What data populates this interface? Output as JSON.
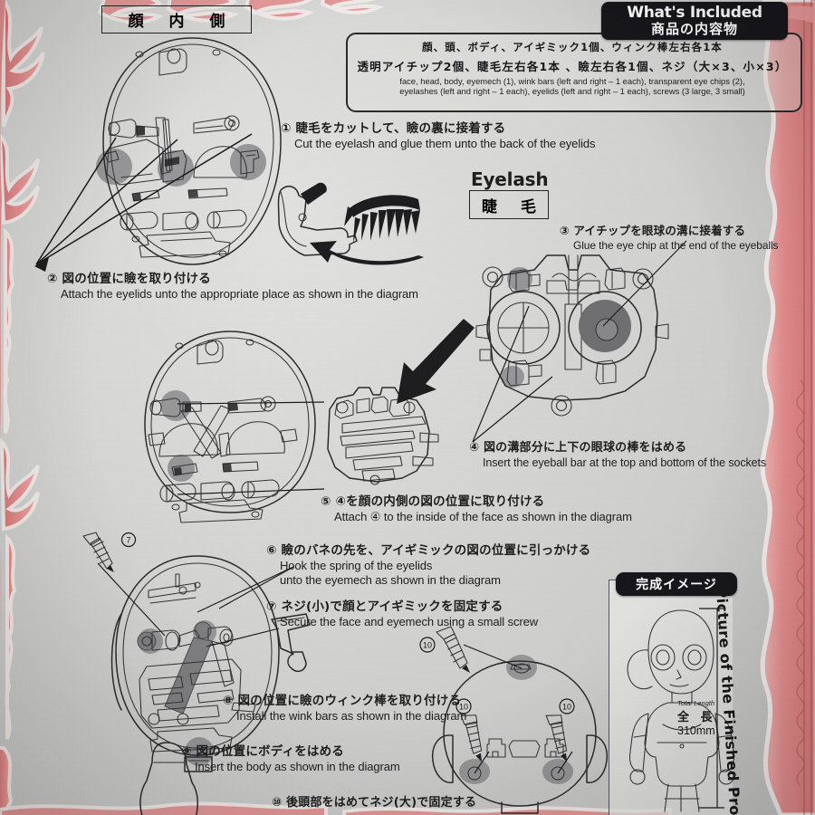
{
  "document": {
    "kind": "doll-assembly-instruction-sheet",
    "paper_color": "#d6d6d4",
    "border_accent": "#e38b8b"
  },
  "headers": {
    "face_inside_jp": "顔 内 側",
    "whats_included_en": "What's Included",
    "whats_included_jp": "商品の内容物",
    "eyelash_en": "Eyelash",
    "eyelash_jp": "睫  毛",
    "finished_jp": "完成イメージ",
    "finished_en_vertical": "Picture of the Finished Pro"
  },
  "included": {
    "jp_line1": "顔、頭、ボディ、アイギミック1個、ウィンク棒左右各1本",
    "jp_line2": "透明アイチップ2個、睫毛左右各1本 、瞼左右各1個、ネジ（大×3、小×3）",
    "en_line1": "face, head, body, eyemech (1), wink bars (left and right – 1 each), transparent eye chips (2),",
    "en_line2": "eyelashes (left and right – 1 each), eyelids (left and right – 1 each), screws (3 large, 3 small)"
  },
  "steps": [
    {
      "num": "①",
      "jp": "睫毛をカットして、瞼の裏に接着する",
      "en": "Cut the eyelash and glue them unto the back of the eyelids"
    },
    {
      "num": "②",
      "jp": "図の位置に瞼を取り付ける",
      "en": "Attach the eyelids unto the appropriate place as shown in the diagram"
    },
    {
      "num": "③",
      "jp": "アイチップを眼球の溝に接着する",
      "en": "Glue the eye chip at the end of the eyeballs"
    },
    {
      "num": "④",
      "jp": "図の溝部分に上下の眼球の棒をはめる",
      "en": "Insert the eyeball bar at the top and bottom of the sockets"
    },
    {
      "num": "⑤",
      "jp": "④を顔の内側の図の位置に取り付ける",
      "en": "Attach ④ to the inside of the face as shown in the diagram"
    },
    {
      "num": "⑥",
      "jp": "瞼のバネの先を、アイギミックの図の位置に引っかける",
      "en": "Hook the spring of the eyelids",
      "en2": "unto the eyemech as shown in the diagram"
    },
    {
      "num": "⑦",
      "jp": "ネジ(小)で顔とアイギミックを固定する",
      "en": "Secure the face and eyemech using a small screw"
    },
    {
      "num": "⑧",
      "jp": "図の位置に瞼のウィンク棒を取り付ける",
      "en": "Install the wink bars as shown in the diagram"
    },
    {
      "num": "⑨",
      "jp": "図の位置にボディをはめる",
      "en": "Insert the body as shown in the diagram"
    },
    {
      "num": "⑩",
      "jp": "後頭部をはめてネジ(大)で固定する",
      "en": ""
    }
  ],
  "callouts": {
    "screw_small_marker": "⑦",
    "screw_large_markers": [
      "⑩",
      "⑩",
      "⑩"
    ],
    "step1_marker": "①"
  },
  "finished_product": {
    "total_length_label": "Total Length",
    "total_length_jp": "全  長",
    "total_length_value": "310mm"
  }
}
